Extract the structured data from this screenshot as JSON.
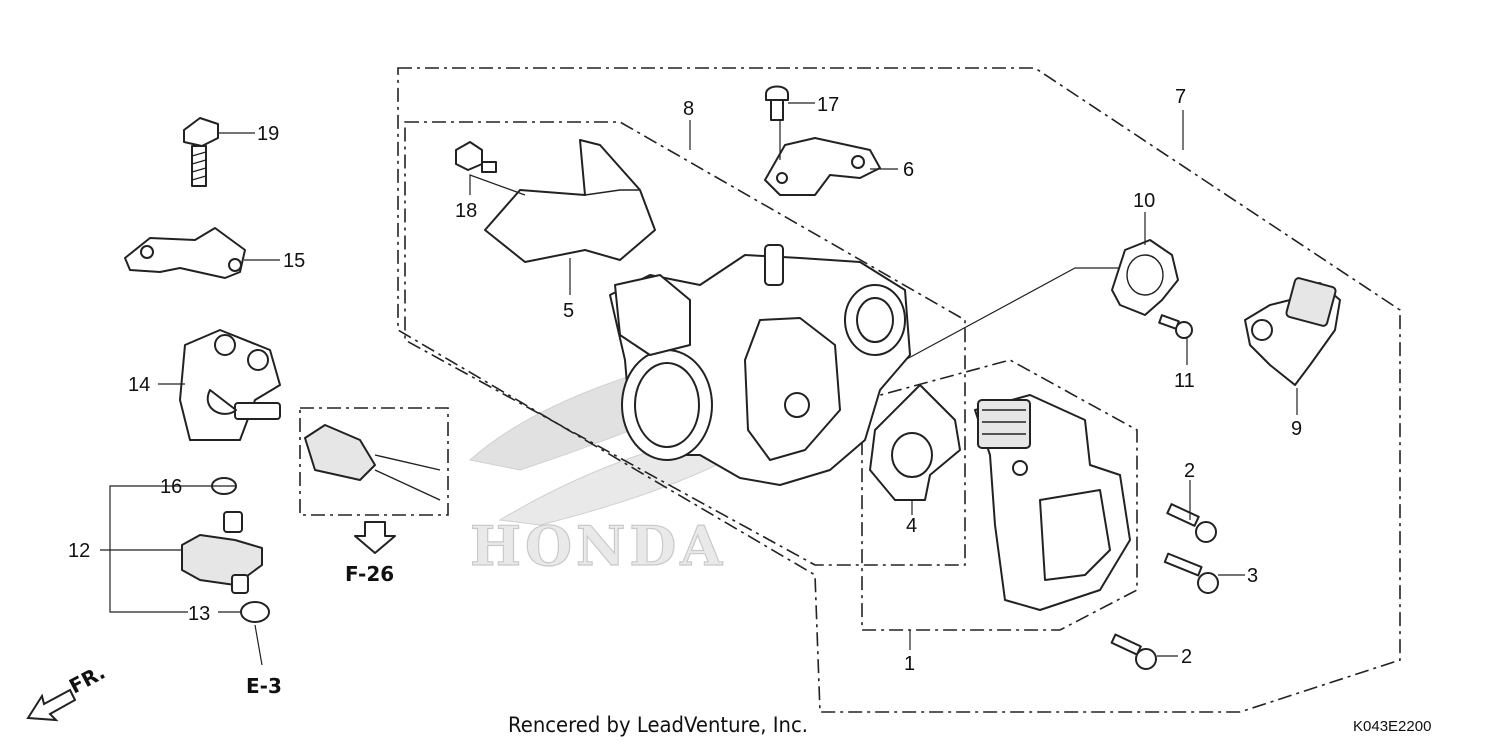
{
  "diagram": {
    "callouts": {
      "p1": "1",
      "p2a": "2",
      "p2b": "2",
      "p3": "3",
      "p4": "4",
      "p5": "5",
      "p6": "6",
      "p7": "7",
      "p8": "8",
      "p9": "9",
      "p10": "10",
      "p11": "11",
      "p12": "12",
      "p13": "13",
      "p14": "14",
      "p15": "15",
      "p16": "16",
      "p17": "17",
      "p18": "18",
      "p19": "19"
    },
    "refs": {
      "f26": "F-26",
      "e3": "E-3",
      "fr": "FR."
    },
    "watermark": "HONDA",
    "credit": "Rencered by LeadVenture, Inc.",
    "code": "K043E2200"
  }
}
